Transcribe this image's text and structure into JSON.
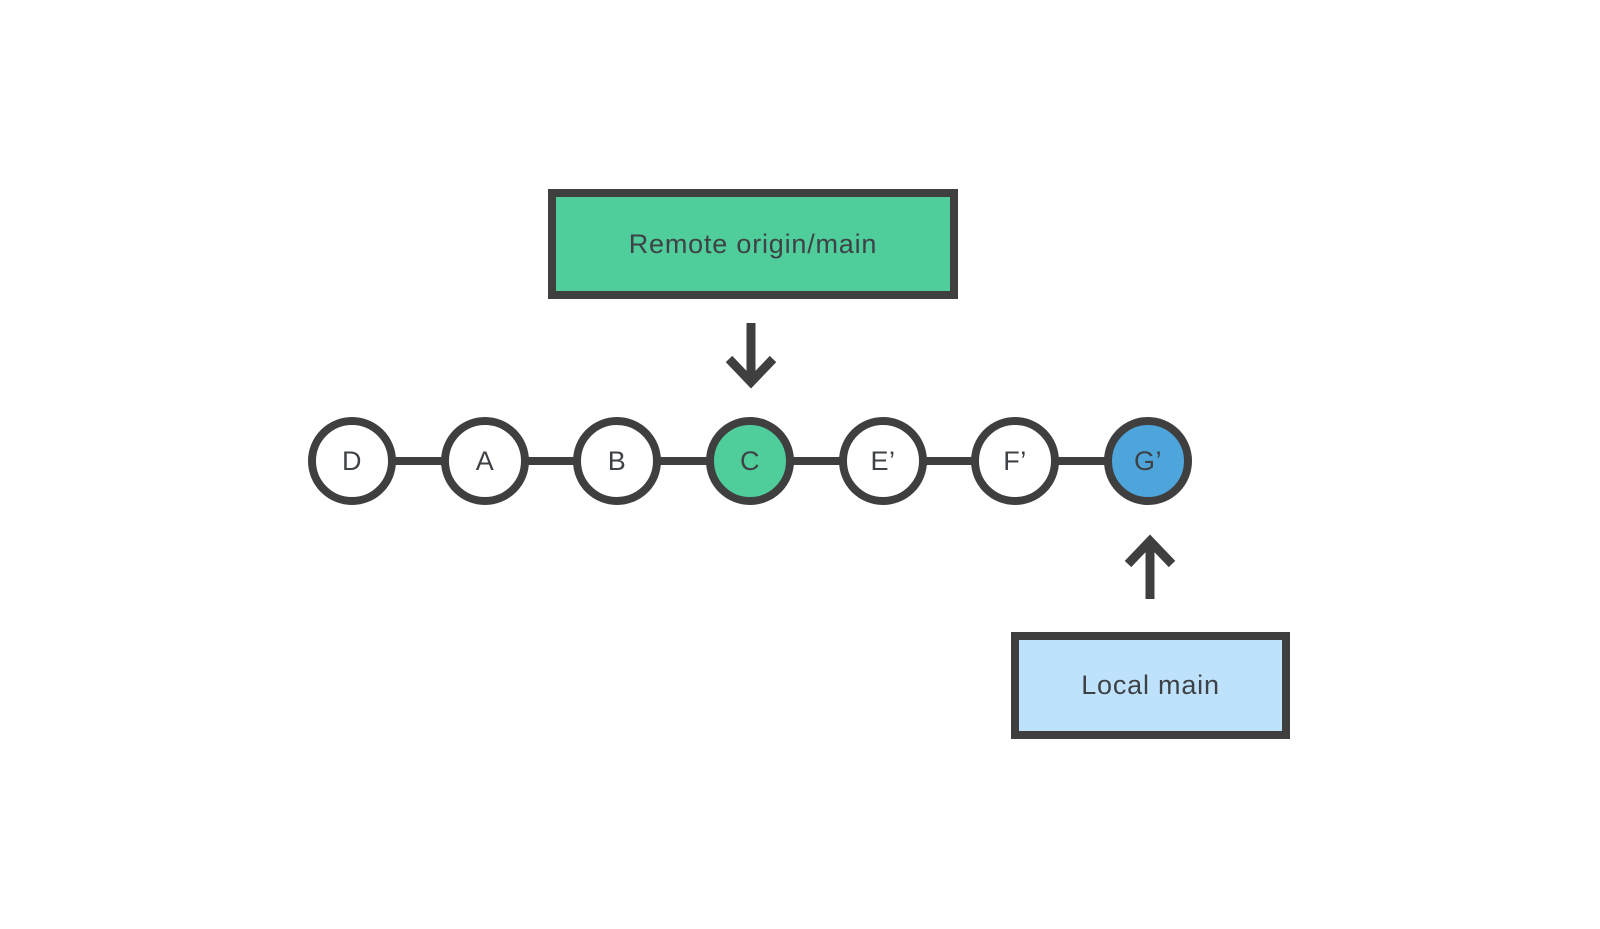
{
  "colors": {
    "stroke": "#3F3F3F",
    "text": "#3E4246",
    "green": "#4FCD9B",
    "blue": "#4DA5DC",
    "light_blue": "#BEE2FC",
    "white": "#FFFFFF"
  },
  "remote_label": {
    "text": "Remote origin/main"
  },
  "local_label": {
    "text": "Local main"
  },
  "commits": [
    {
      "id": "D",
      "fill": "white"
    },
    {
      "id": "A",
      "fill": "white"
    },
    {
      "id": "B",
      "fill": "white"
    },
    {
      "id": "C",
      "fill": "green"
    },
    {
      "id": "E’",
      "fill": "white"
    },
    {
      "id": "F’",
      "fill": "white"
    },
    {
      "id": "G’",
      "fill": "blue"
    }
  ],
  "arrows": [
    {
      "name": "remote-pointer",
      "direction": "down",
      "points_to": "C"
    },
    {
      "name": "local-pointer",
      "direction": "up",
      "points_to": "G’"
    }
  ]
}
